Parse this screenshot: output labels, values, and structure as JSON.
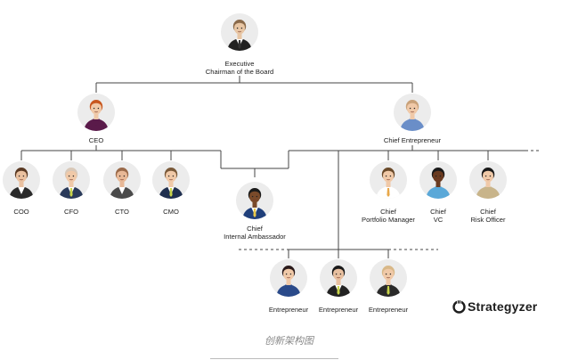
{
  "nodes": {
    "executive": {
      "label": "Executive\nChairman of the Board",
      "shirt": "#ffffff",
      "suit": "#222222",
      "hair": "#8a6a4a",
      "skin": "#e8c6a4",
      "tie": "#333333"
    },
    "ceo": {
      "label": "CEO",
      "shirt": "#5a1a4a",
      "suit": "#5a1a4a",
      "hair": "#c8571f",
      "skin": "#f0c9a8",
      "tie": "none"
    },
    "chief_entrepreneur": {
      "label": "Chief Entrepreneur",
      "shirt": "#6a8ec8",
      "suit": "#6a8ec8",
      "hair": "#c9a27a",
      "skin": "#f0c9a8",
      "tie": "none"
    },
    "coo": {
      "label": "COO",
      "shirt": "#ffffff",
      "suit": "#2a2a2a",
      "hair": "#5a3a24",
      "skin": "#eac1a0",
      "tie": "none"
    },
    "cfo": {
      "label": "CFO",
      "shirt": "#ffffff",
      "suit": "#2a3a5a",
      "hair": "#d8c8b8",
      "skin": "#f0c9a8",
      "tie": "#c8d44a"
    },
    "cto": {
      "label": "CTO",
      "shirt": "#ffffff",
      "suit": "#4a4a4a",
      "hair": "#9a6a4a",
      "skin": "#e8b896",
      "tie": "none"
    },
    "cmo": {
      "label": "CMO",
      "shirt": "#ffffff",
      "suit": "#1f2f4f",
      "hair": "#7a5a3a",
      "skin": "#f0c9a8",
      "tie": "#c8d44a"
    },
    "internal_ambassador": {
      "label": "Chief\nInternal Ambassador",
      "shirt": "#ffffff",
      "suit": "#1f3f7a",
      "hair": "#1a1a1a",
      "skin": "#7a4a2a",
      "tie": "#e8c84a"
    },
    "portfolio_manager": {
      "label": "Chief\nPortfolio Manager",
      "shirt": "#ffffff",
      "suit": "#ffffff",
      "hair": "#6a4a2a",
      "skin": "#f0c9a8",
      "tie": "#e8a84a"
    },
    "vc": {
      "label": "Chief\nVC",
      "shirt": "#5aa8d8",
      "suit": "#5aa8d8",
      "hair": "#1a1a1a",
      "skin": "#6a3a1f",
      "tie": "none"
    },
    "risk_officer": {
      "label": "Chief\nRisk Officer",
      "shirt": "#c8b48a",
      "suit": "#c8b48a",
      "hair": "#1a1a1a",
      "skin": "#f0c9a8",
      "tie": "none"
    },
    "entrepreneur_1": {
      "label": "Entrepreneur",
      "shirt": "#2a4a8a",
      "suit": "#2a4a8a",
      "hair": "#2a1a1a",
      "skin": "#f0c9a8",
      "tie": "none"
    },
    "entrepreneur_2": {
      "label": "Entrepreneur",
      "shirt": "#ffffff",
      "suit": "#222222",
      "hair": "#1a1a1a",
      "skin": "#e8c0a0",
      "tie": "#c8d44a"
    },
    "entrepreneur_3": {
      "label": "Entrepreneur",
      "shirt": "#2a2a2a",
      "suit": "#2a2a2a",
      "hair": "#d8b888",
      "skin": "#f0c9a8",
      "tie": "#c8d44a"
    }
  },
  "brand": {
    "name": "Strategyzer",
    "color": "#1d1d1d"
  },
  "caption": "创新架构图",
  "line_color": "#444444"
}
